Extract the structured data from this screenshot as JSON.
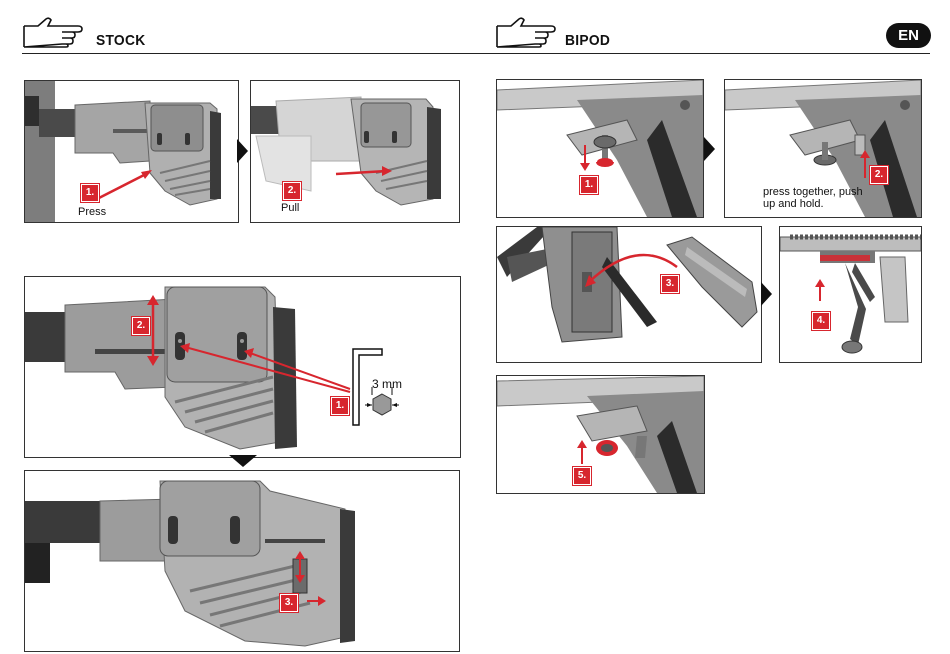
{
  "header": {
    "stock_title": "STOCK",
    "bipod_title": "BIPOD",
    "language_badge": "EN"
  },
  "stock": {
    "step1_label": "1.",
    "step1_caption": "Press",
    "step2_label": "2.",
    "step2_caption": "Pull",
    "adjust": {
      "step1_label": "1.",
      "step2_label": "2.",
      "tool_size": "3 mm"
    },
    "lock": {
      "step3_label": "3."
    }
  },
  "bipod": {
    "step1_label": "1.",
    "step2_label": "2.",
    "step2_caption": "press together, push up and hold.",
    "step3_label": "3.",
    "step4_label": "4.",
    "step5_label": "5."
  },
  "colors": {
    "accent_red": "#d7262e",
    "outline": "#333333",
    "gray_part": "#9b9b9b",
    "dark_part": "#3a3a3a"
  }
}
